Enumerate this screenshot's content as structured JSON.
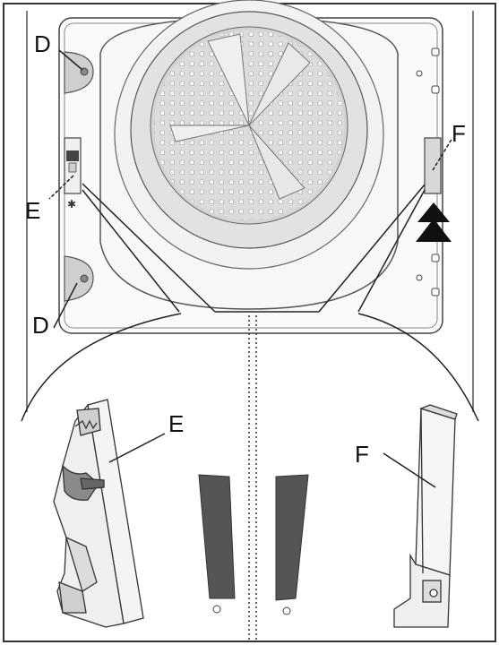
{
  "labels": {
    "d_top": "D",
    "d_bottom": "D",
    "e_left": "E",
    "e_detail": "E",
    "f_right": "F",
    "f_detail": "F"
  },
  "colors": {
    "frame": "#333333",
    "panel": "#f5f5f5",
    "drum": "#d9d9d9",
    "drum_inner": "#e6e6e6",
    "hole": "#ffffff",
    "arrow": "#111111",
    "filter_panel": "#555555",
    "part": "#f3f3f3"
  }
}
